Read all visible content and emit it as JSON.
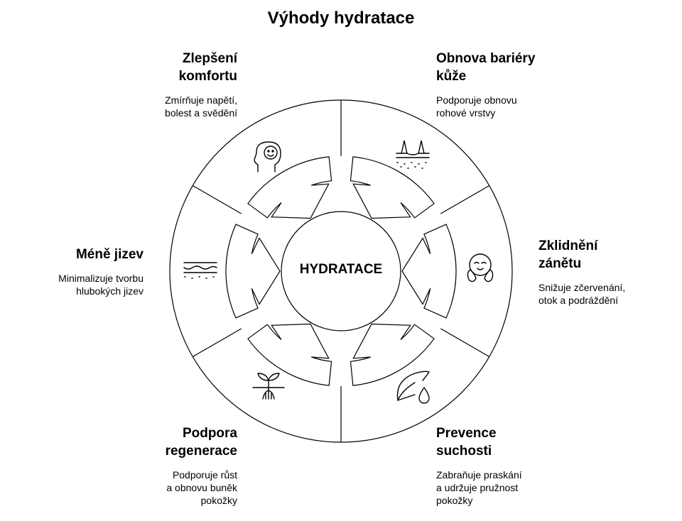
{
  "title": "Výhody hydratace",
  "center_label": "HYDRATACE",
  "benefits": [
    {
      "heading": "Zlepšení\nkomfortu",
      "description": "Zmírňuje napětí,\nbolest a svědění",
      "icon": "smiling-head-icon"
    },
    {
      "heading": "Obnova bariéry\nkůže",
      "description": "Podporuje obnovu\nrohové vrstvy",
      "icon": "skin-barrier-icon"
    },
    {
      "heading": "Zklidnění\nzánětu",
      "description": "Snižuje zčervenání,\notok a podráždění",
      "icon": "calm-face-hands-icon"
    },
    {
      "heading": "Prevence\nsuchosti",
      "description": "Zabraňuje praskání\na udržuje pružnost\npokožky",
      "icon": "leaf-drop-icon"
    },
    {
      "heading": "Podpora\nregenerace",
      "description": "Podporuje růst\na obnovu buněk\npokožky",
      "icon": "sprout-roots-icon"
    },
    {
      "heading": "Méně jizev",
      "description": "Minimalizuje tvorbu\nhlubokých jizev",
      "icon": "smooth-skin-icon"
    }
  ]
}
